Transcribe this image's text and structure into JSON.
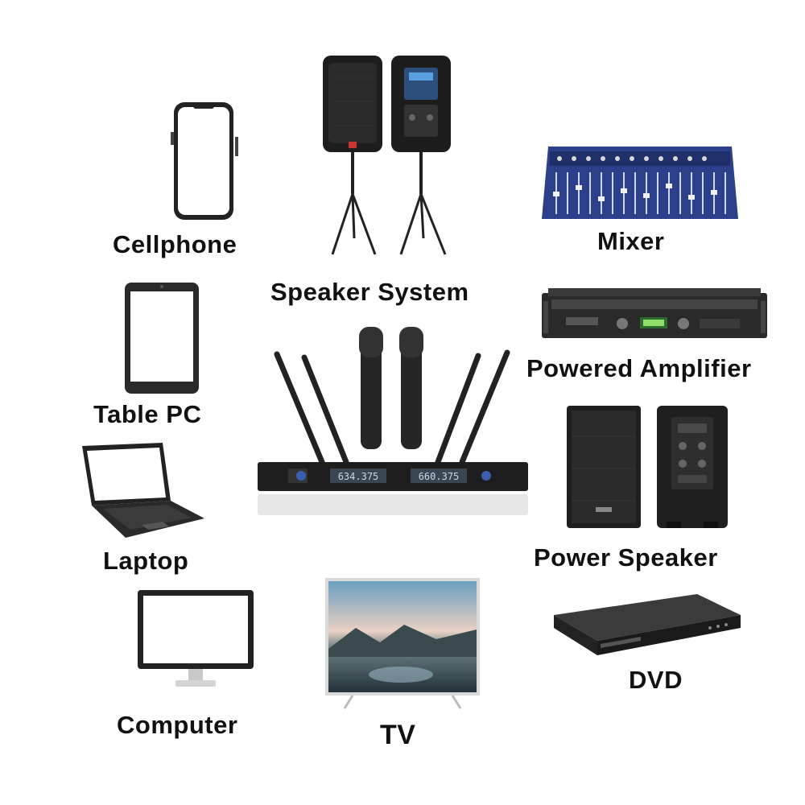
{
  "devices": {
    "cellphone": "Cellphone",
    "speaker_system": "Speaker System",
    "mixer": "Mixer",
    "tablet": "Table PC",
    "amplifier": "Powered Amplifier",
    "laptop": "Laptop",
    "power_speaker": "Power Speaker",
    "computer": "Computer",
    "tv": "TV",
    "dvd": "DVD"
  },
  "center": {
    "receiver_left_display": "634.375",
    "receiver_right_display": "660.375"
  },
  "colors": {
    "label_text": "#111111",
    "device_body": "#1b1b1b",
    "mixer_blue": "#2b3f8a"
  }
}
